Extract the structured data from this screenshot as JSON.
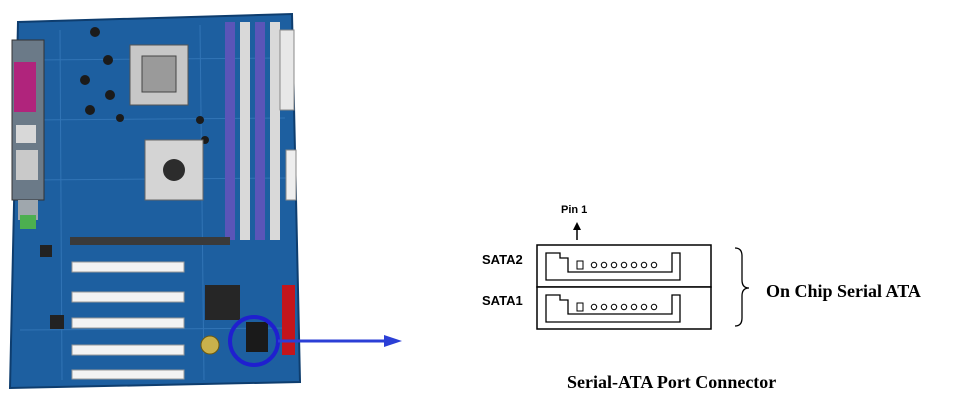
{
  "labels": {
    "pin1": "Pin 1",
    "sata2": "SATA2",
    "sata1": "SATA1",
    "group": "On Chip Serial ATA",
    "caption": "Serial-ATA Port Connector"
  },
  "colors": {
    "highlight_circle": "#1f1fcf",
    "arrow": "#2b3fd6",
    "board": "#1d5fa0",
    "connector_outline": "#000000"
  },
  "connectors": [
    {
      "name": "SATA2",
      "pins": 7
    },
    {
      "name": "SATA1",
      "pins": 7
    }
  ]
}
